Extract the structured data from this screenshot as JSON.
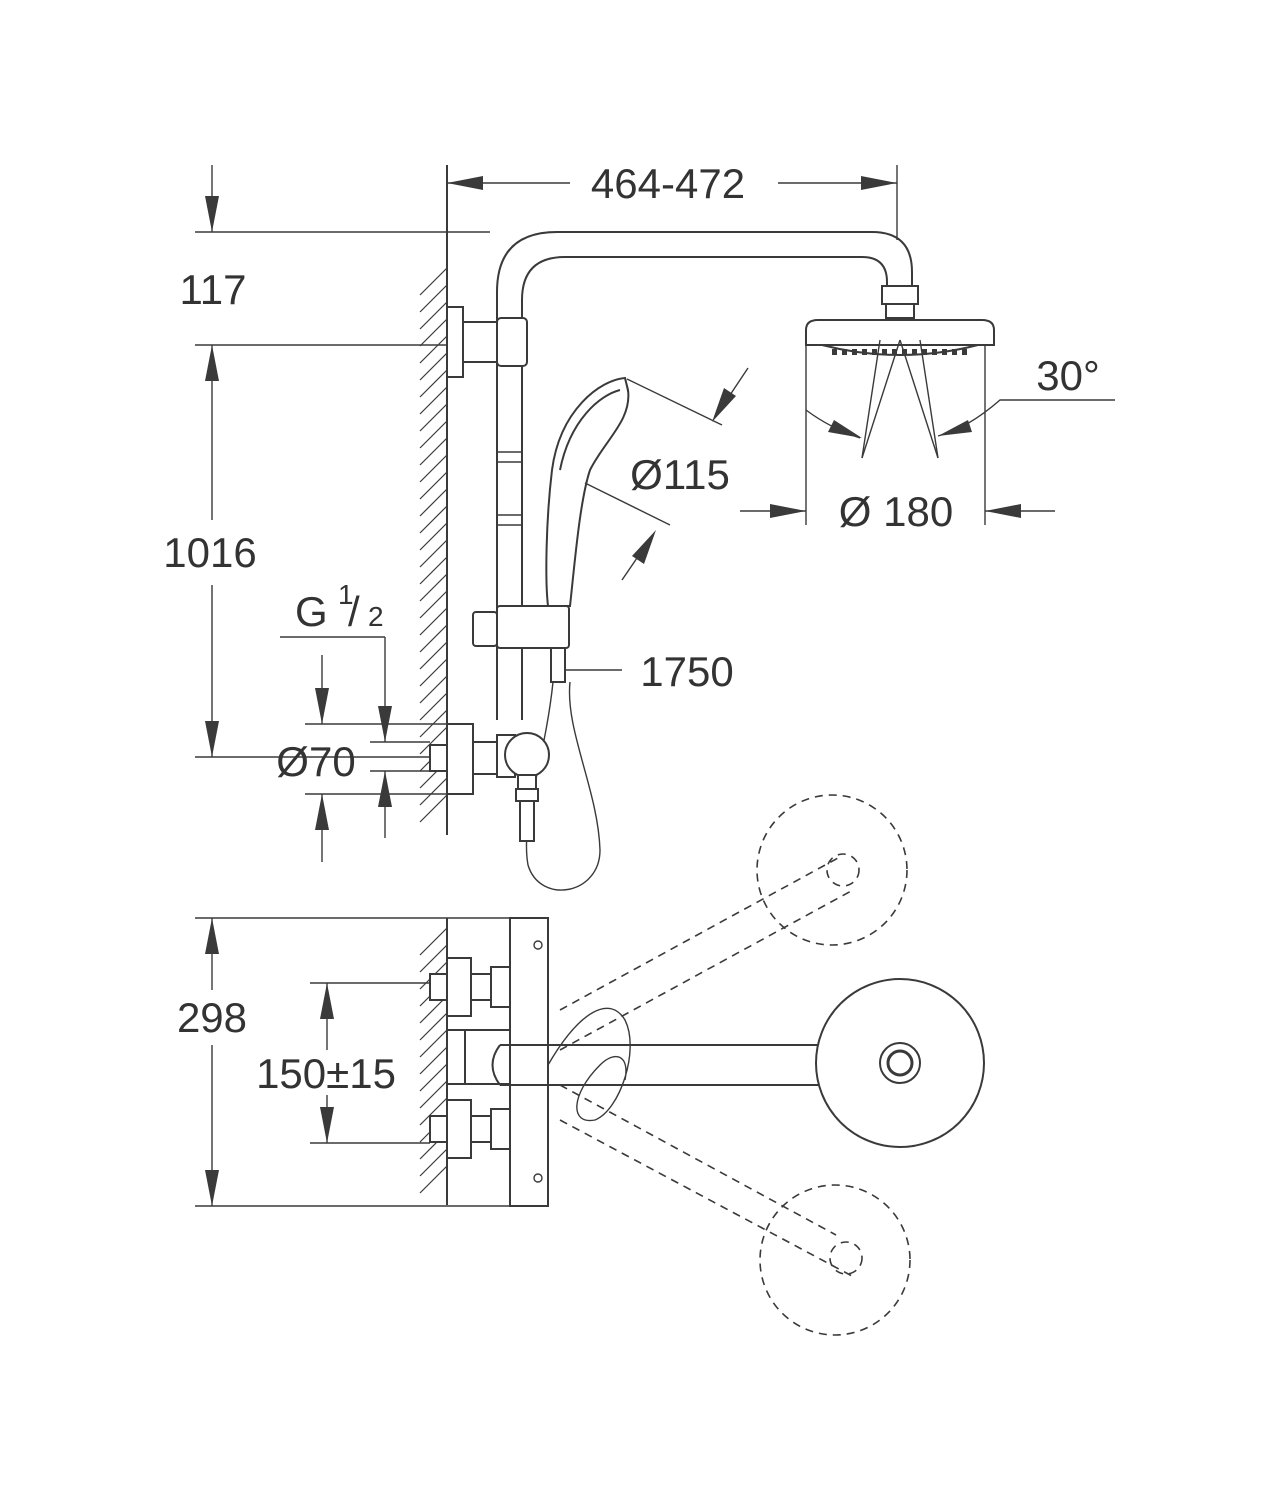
{
  "dimensions": {
    "width_range": "464-472",
    "top_offset": "117",
    "height": "1016",
    "connection_prefix": "G",
    "connection_num": "1",
    "connection_den": "2",
    "rosette_diameter": "Ø70",
    "hand_shower_diameter": "Ø115",
    "head_shower_diameter": "Ø 180",
    "spray_angle": "30°",
    "hose_length": "1750",
    "depth": "298",
    "inlet_spacing": "150±15"
  },
  "colors": {
    "line": "#3a3a3a",
    "text": "#333333",
    "background": "#ffffff"
  }
}
